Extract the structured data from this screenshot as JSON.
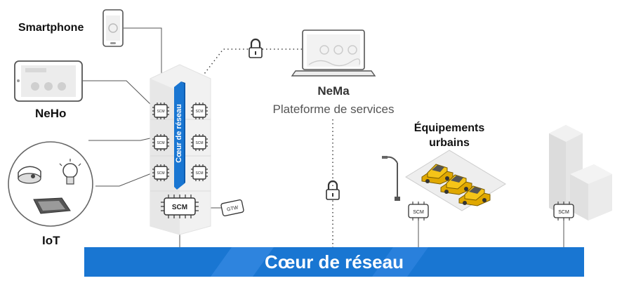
{
  "labels": {
    "smartphone": "Smartphone",
    "neho": "NeHo",
    "iot": "IoT",
    "nema_title": "NeMa",
    "nema_subtitle": "Plateforme de services",
    "urban_line1": "Équipements",
    "urban_line2": "urbains",
    "core_banner": "Cœur de réseau",
    "core_vertical": "Cœur de réseau"
  },
  "chips": {
    "scm": "SCM",
    "gtw": "GTW"
  },
  "colors": {
    "core_blue": "#1976d2",
    "core_blue_light": "#3f8fe8",
    "taxi_yellow": "#f5c418",
    "device_gray": "#888888"
  },
  "icons": [
    "smartphone-icon",
    "tablet-icon",
    "laptop-icon",
    "lock-icon",
    "bulb-icon",
    "camera-icon",
    "phone-icon",
    "street-lamp-icon",
    "taxi-icon",
    "building-icon",
    "chip-icon"
  ]
}
